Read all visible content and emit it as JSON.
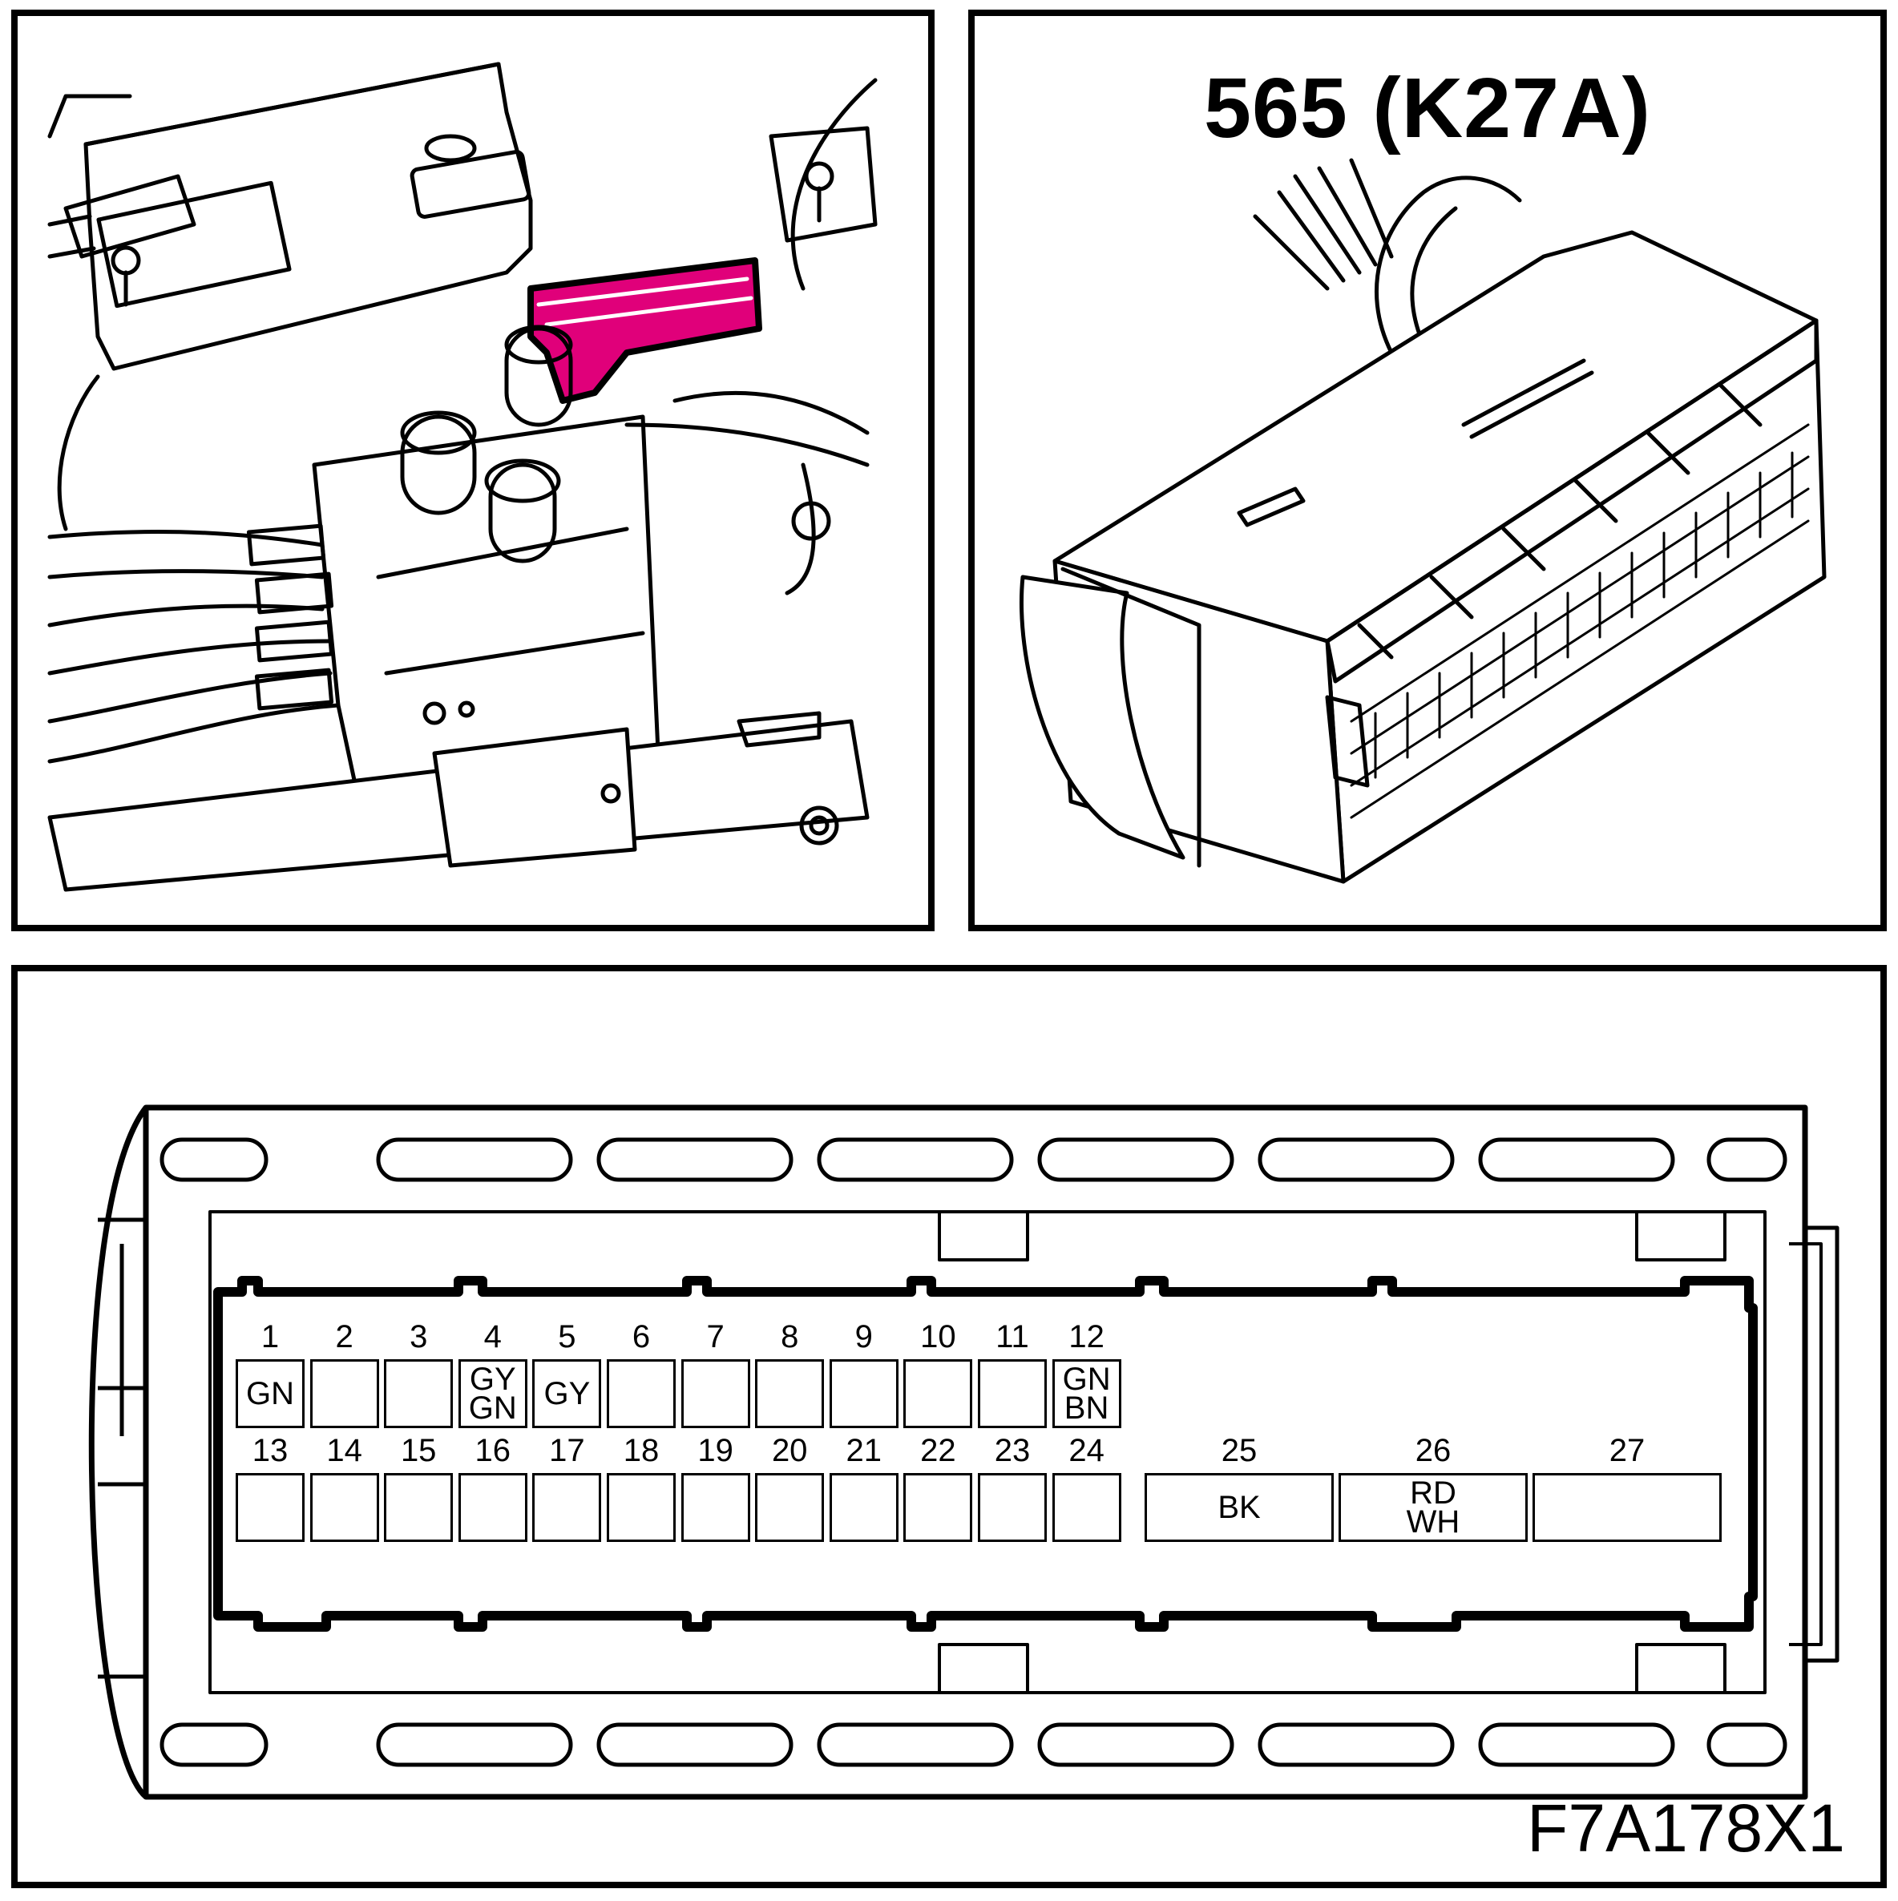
{
  "connector": {
    "title": "565 (K27A)",
    "figure_code": "F7A178X1",
    "highlight_color": "#e0007a",
    "pins_row1": [
      {
        "num": "1",
        "wire": [
          "GN"
        ]
      },
      {
        "num": "2",
        "wire": []
      },
      {
        "num": "3",
        "wire": []
      },
      {
        "num": "4",
        "wire": [
          "GY",
          "GN"
        ]
      },
      {
        "num": "5",
        "wire": [
          "GY"
        ]
      },
      {
        "num": "6",
        "wire": []
      },
      {
        "num": "7",
        "wire": []
      },
      {
        "num": "8",
        "wire": []
      },
      {
        "num": "9",
        "wire": []
      },
      {
        "num": "10",
        "wire": []
      },
      {
        "num": "11",
        "wire": []
      },
      {
        "num": "12",
        "wire": [
          "GN",
          "BN"
        ]
      }
    ],
    "pins_row2": [
      {
        "num": "13",
        "wire": []
      },
      {
        "num": "14",
        "wire": []
      },
      {
        "num": "15",
        "wire": []
      },
      {
        "num": "16",
        "wire": []
      },
      {
        "num": "17",
        "wire": []
      },
      {
        "num": "18",
        "wire": []
      },
      {
        "num": "19",
        "wire": []
      },
      {
        "num": "20",
        "wire": []
      },
      {
        "num": "21",
        "wire": []
      },
      {
        "num": "22",
        "wire": []
      },
      {
        "num": "23",
        "wire": []
      },
      {
        "num": "24",
        "wire": []
      }
    ],
    "pins_wide": [
      {
        "num": "25",
        "wire": [
          "BK"
        ]
      },
      {
        "num": "26",
        "wire": [
          "RD",
          "WH"
        ]
      },
      {
        "num": "27",
        "wire": []
      }
    ]
  }
}
